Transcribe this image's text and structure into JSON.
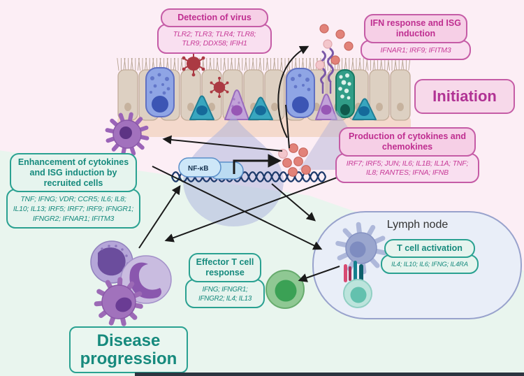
{
  "labels": {
    "initiation": "Initiation",
    "disease_progression": "Disease progression",
    "lymph_node": "Lymph node",
    "nfkb": "NF-κB"
  },
  "boxes": {
    "detection": {
      "title": "Detection of virus",
      "genes": "TLR2; TLR3; TLR4; TLR8; TLR9; DDX58; IFIH1"
    },
    "ifn_response": {
      "title": "IFN response and ISG induction",
      "genes": "IFNAR1; IRF9; IFITM3"
    },
    "production": {
      "title": "Production of cytokines and chemokines",
      "genes": "IRF7; IRF5; JUN; IL6; IL1B; IL1A; TNF; IL8; RANTES; IFNA; IFNB"
    },
    "enhancement": {
      "title": "Enhancement of cytokines and ISG induction by recruited cells",
      "genes": "TNF; IFNG; VDR; CCR5; IL6; IL8; IL10; IL13; IRF5; IRF7; IRF9; IFNGR1; IFNGR2; IFNAR1; IFITM3"
    },
    "tcell_activation": {
      "title": "T cell activation",
      "genes": "IL4; IL10; IL6; IFNG; IL4RA"
    },
    "effector": {
      "title": "Effector T cell response",
      "genes": "IFNG; IFNGR1; IFNGR2; IL4; IL13"
    }
  },
  "icons": {
    "virus-icon": "spiked-red-circle",
    "cytokine-icon": "salmon-dot",
    "receptor-icon": "purple-squiggle",
    "dna-icon": "double-helix",
    "macrophage-icon": "spiky-purple-cell",
    "dendritic-cell-icon": "spiky-blue-cell",
    "t-cell-icon": "teal-round-cell",
    "effector-t-cell-icon": "green-round-cell"
  },
  "colors": {
    "bg_top": "#fceef5",
    "bg_bottom": "#e9f5ee",
    "pink_border": "#c55ca6",
    "pink_fill_header": "#f6cfe6",
    "pink_fill_body": "#f9dff0",
    "pink_text": "#bf2e90",
    "teal_border": "#2aa191",
    "teal_fill": "#e6f4ee",
    "teal_text": "#168a7d",
    "lymph_fill": "#e9eef8",
    "lymph_border": "#98a2cc",
    "arrow": "#1a1a1a",
    "dna": "#1d3a6b"
  }
}
